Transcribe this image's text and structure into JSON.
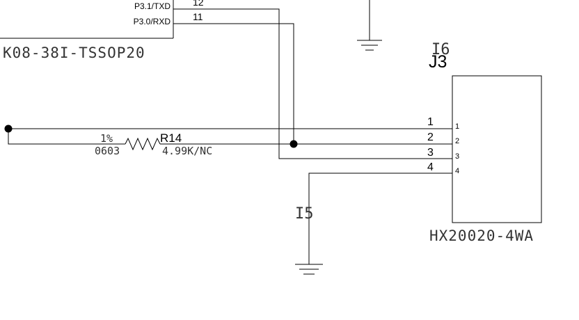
{
  "mcu": {
    "part_name": "K08-38I-TSSOP20",
    "pins": [
      {
        "name": "P3.1/TXD",
        "number": "12"
      },
      {
        "name": "P3.0/RXD",
        "number": "11"
      }
    ]
  },
  "resistor": {
    "ref": "R14",
    "tolerance": "1%",
    "package": "0603",
    "value": "4.99K/NC"
  },
  "connector": {
    "ref_hidden": "I6",
    "ref": "J3",
    "part_name": "HX20020-4WA",
    "pins": [
      {
        "number": "1",
        "label": "1"
      },
      {
        "number": "2",
        "label": "2"
      },
      {
        "number": "3",
        "label": "3"
      },
      {
        "number": "4",
        "label": "4"
      }
    ]
  },
  "ground_label": "I5"
}
